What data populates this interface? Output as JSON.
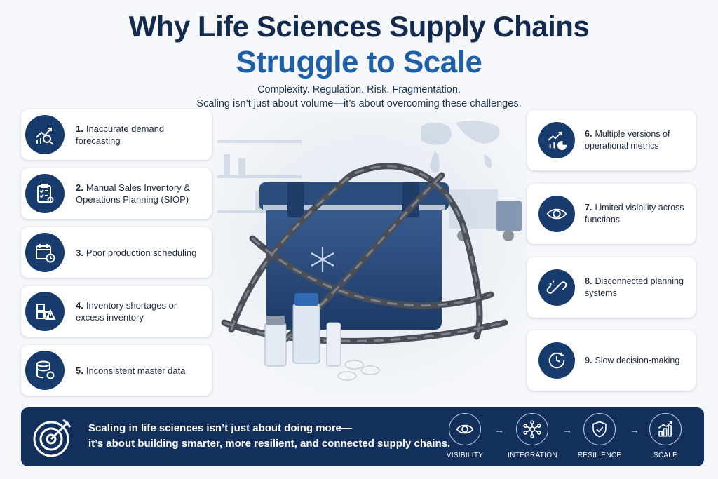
{
  "header": {
    "title_line1": "Why Life Sciences Supply Chains",
    "title_line2": "Struggle to Scale",
    "subtitle_line1": "Complexity. Regulation. Risk. Fragmentation.",
    "subtitle_line2": "Scaling isn’t just about volume—it’s about overcoming these challenges."
  },
  "challenges_left": [
    {
      "num": "1.",
      "text": "Inaccurate demand forecasting",
      "icon": "chart-magnifier-icon"
    },
    {
      "num": "2.",
      "text": "Manual Sales Inventory & Operations Planning (SIOP)",
      "icon": "checklist-gear-icon"
    },
    {
      "num": "3.",
      "text": "Poor production scheduling",
      "icon": "calendar-clock-icon"
    },
    {
      "num": "4.",
      "text": "Inventory shortages or excess inventory",
      "icon": "boxes-warning-icon"
    },
    {
      "num": "5.",
      "text": "Inconsistent master data",
      "icon": "database-gear-icon"
    }
  ],
  "challenges_right": [
    {
      "num": "6.",
      "text": "Multiple versions of operational metrics",
      "icon": "chart-pie-icon"
    },
    {
      "num": "7.",
      "text": "Limited visibility across functions",
      "icon": "eye-icon"
    },
    {
      "num": "8.",
      "text": "Disconnected planning systems",
      "icon": "broken-link-icon"
    },
    {
      "num": "9.",
      "text": "Slow decision-making",
      "icon": "clock-icon"
    }
  ],
  "banner": {
    "line1": "Scaling in life sciences isn’t just about doing more—",
    "line2": "it’s about building smarter, more resilient, and connected supply chains.",
    "steps": [
      {
        "label": "VISIBILITY",
        "icon": "eye-icon"
      },
      {
        "label": "INTEGRATION",
        "icon": "network-icon"
      },
      {
        "label": "RESILIENCE",
        "icon": "shield-check-icon"
      },
      {
        "label": "SCALE",
        "icon": "growth-chart-icon"
      }
    ],
    "arrow": "→"
  },
  "colors": {
    "navy": "#13305c",
    "title_navy": "#122a4d",
    "accent_blue": "#1f5fa8",
    "icon_circle": "#173b6c"
  }
}
